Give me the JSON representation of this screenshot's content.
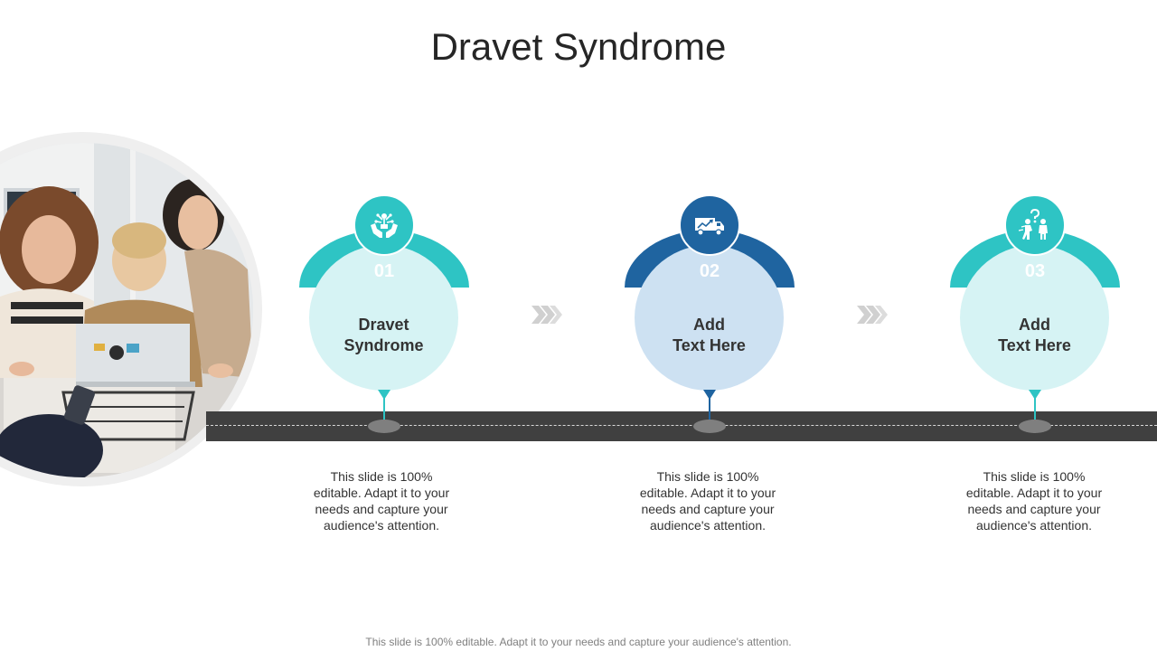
{
  "title": "Dravet Syndrome",
  "colors": {
    "teal": "#2ec4c4",
    "blue": "#1f64a0",
    "light_teal": "#d6f3f4",
    "light_blue": "#cde1f2",
    "road": "#404040"
  },
  "steps": [
    {
      "number": "01",
      "label": "Dravet\nSyndrome",
      "icon": "hands-with-ideas-icon",
      "description": "This slide is 100% editable. Adapt it to your needs and capture your audience's attention."
    },
    {
      "number": "02",
      "label": "Add\nText Here",
      "icon": "delivery-truck-chart-icon",
      "description": "This slide is 100% editable. Adapt it to your needs and capture your audience's attention."
    },
    {
      "number": "03",
      "label": "Add\nText Here",
      "icon": "people-question-icon",
      "description": "This slide is 100% editable. Adapt it to your needs and capture your audience's attention."
    }
  ],
  "footer": "This slide is 100% editable. Adapt it to your needs and capture your audience's attention."
}
